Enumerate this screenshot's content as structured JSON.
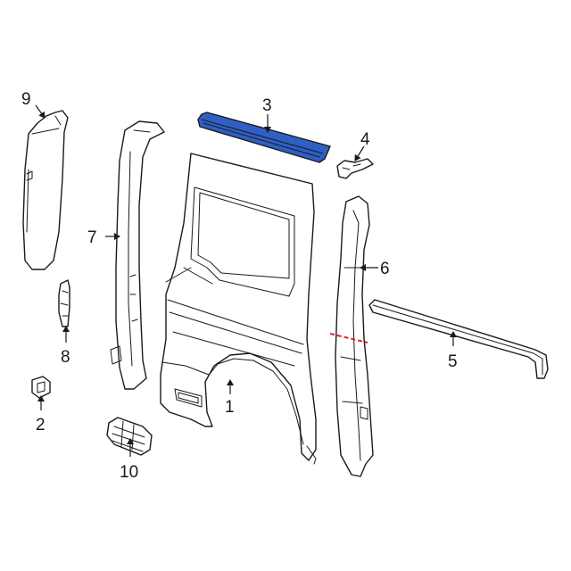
{
  "callouts": {
    "c1": "1",
    "c2": "2",
    "c3": "3",
    "c4": "4",
    "c5": "5",
    "c6": "6",
    "c7": "7",
    "c8": "8",
    "c9": "9",
    "c10": "10"
  },
  "colors": {
    "highlight_part": "#2f5fc4",
    "cut_line": "#e0202a",
    "line": "#1a1a1a"
  }
}
